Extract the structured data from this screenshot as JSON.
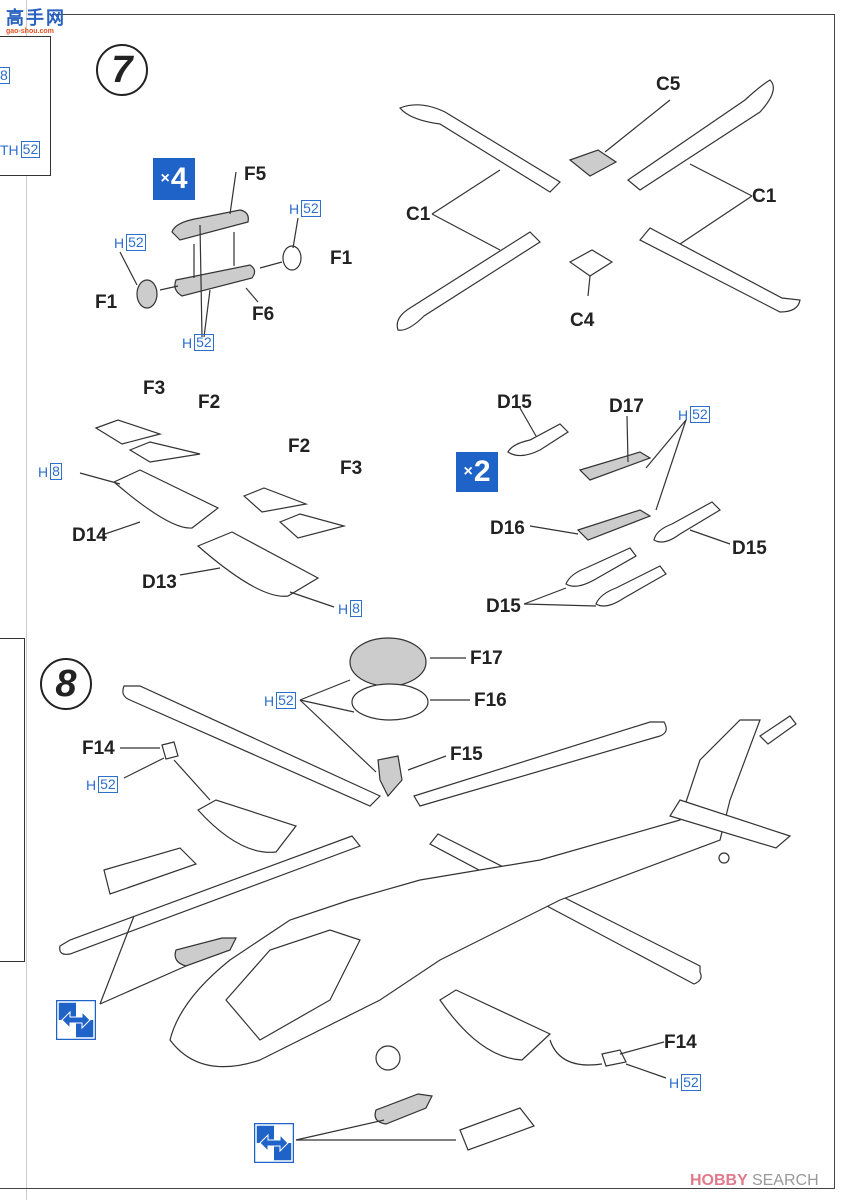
{
  "watermark_top": {
    "brand_cn": "高手网",
    "brand_url": "gao-shou.com"
  },
  "watermark_bottom": {
    "brand_a": "HOBBY",
    "brand_b": "SEARCH"
  },
  "side_box_top": {
    "paint_1": {
      "prefix": "",
      "num": "8"
    },
    "paint_2": {
      "prefix": "TH",
      "num": "52"
    }
  },
  "step7": {
    "number": "7",
    "sub_a": {
      "multiplier": "4",
      "labels": {
        "f5": "F5",
        "f1_right": "F1",
        "f1_left": "F1",
        "f6": "F6"
      },
      "paints": [
        {
          "prefix": "H",
          "num": "52"
        },
        {
          "prefix": "H",
          "num": "52"
        },
        {
          "prefix": "H",
          "num": "52"
        }
      ]
    },
    "rotor": {
      "labels": {
        "c5": "C5",
        "c1_left": "C1",
        "c1_right": "C1",
        "c4": "C4"
      }
    },
    "wings": {
      "labels": {
        "f3_a": "F3",
        "f2_a": "F2",
        "d14": "D14",
        "f2_b": "F2",
        "f3_b": "F3",
        "d13": "D13"
      },
      "paints": [
        {
          "prefix": "H",
          "num": "8"
        },
        {
          "prefix": "H",
          "num": "8"
        }
      ]
    },
    "missiles": {
      "multiplier": "2",
      "labels": {
        "d15_top": "D15",
        "d17": "D17",
        "d16": "D16",
        "d15_right": "D15",
        "d15_bottom": "D15"
      },
      "paints": [
        {
          "prefix": "H",
          "num": "52"
        }
      ]
    }
  },
  "step8": {
    "number": "8",
    "labels": {
      "f17": "F17",
      "f16": "F16",
      "f15": "F15",
      "f14_top": "F14",
      "f14_bottom": "F14"
    },
    "paints": [
      {
        "prefix": "H",
        "num": "52"
      },
      {
        "prefix": "H",
        "num": "52"
      },
      {
        "prefix": "H",
        "num": "52"
      }
    ],
    "mirror_icons": [
      "mirror-swap-icon",
      "mirror-swap-icon"
    ]
  }
}
